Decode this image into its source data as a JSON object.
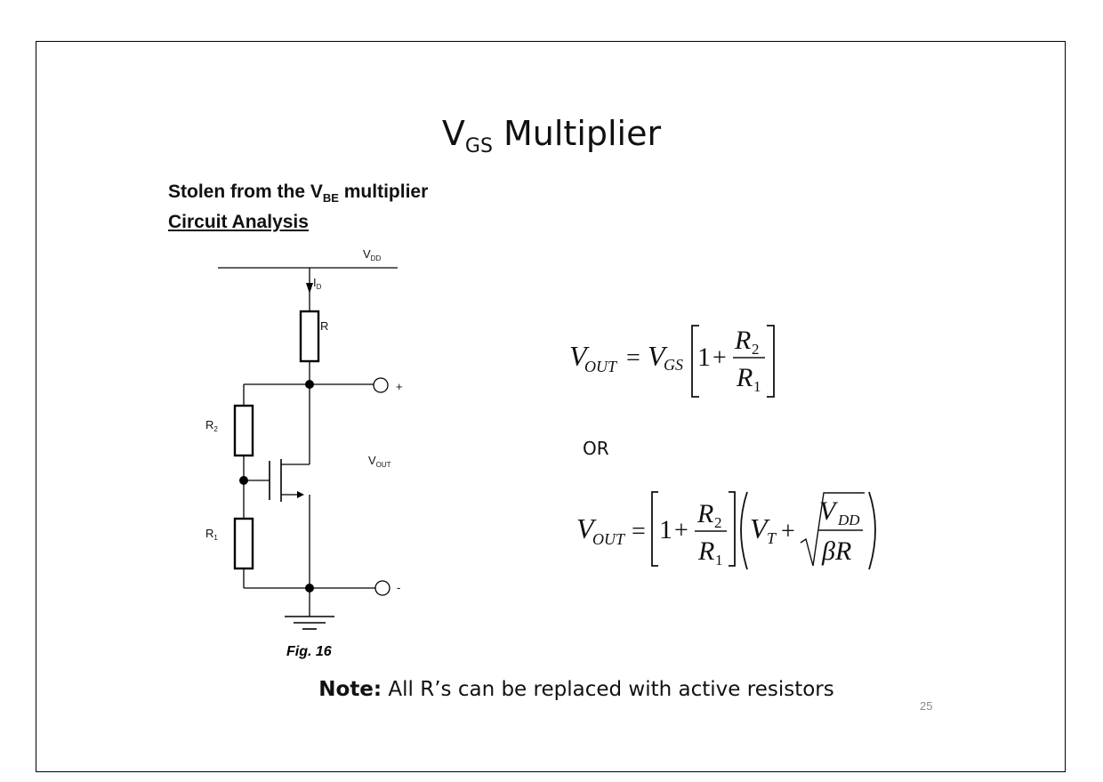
{
  "title": {
    "main": "V",
    "sub": "GS",
    "rest": " Multiplier"
  },
  "subtitle": {
    "pre": "Stolen from the V",
    "sub": "BE",
    "post": " multiplier"
  },
  "section_heading": "Circuit Analysis",
  "circuit": {
    "vdd_main": "V",
    "vdd_sub": "DD",
    "id_main": "I",
    "id_sub": "D",
    "r_label": "R",
    "r2_main": "R",
    "r2_sub": "2",
    "r1_main": "R",
    "r1_sub": "1",
    "vout_main": "V",
    "vout_sub": "OUT",
    "plus": "+",
    "minus": "-"
  },
  "equation1": {
    "lhs_v": "V",
    "lhs_sub": "OUT",
    "eq": "=",
    "vgs_v": "V",
    "vgs_sub": "GS",
    "one": "1",
    "plus": "+",
    "num_r": "R",
    "num_sub": "2",
    "den_r": "R",
    "den_sub": "1"
  },
  "or_text": "OR",
  "equation2": {
    "lhs_v": "V",
    "lhs_sub": "OUT",
    "eq": "=",
    "one": "1",
    "plus": "+",
    "num_r": "R",
    "num_sub": "2",
    "den_r": "R",
    "den_sub": "1",
    "vt_v": "V",
    "vt_sub": "T",
    "plus2": "+",
    "sq_num_v": "V",
    "sq_num_sub": "DD",
    "sq_den": "βR"
  },
  "figure_caption": "Fig. 16",
  "note": {
    "label": "Note:",
    "text": " All R’s can be replaced with active resistors"
  },
  "page_number": "25"
}
